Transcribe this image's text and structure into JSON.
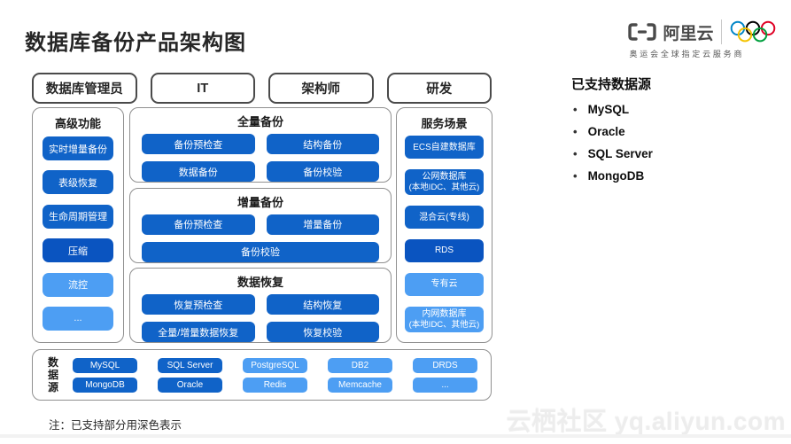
{
  "title": "数据库备份产品架构图",
  "logo": {
    "brand": "阿里云",
    "tagline": "奥运会全球指定云服务商",
    "ring_colors": [
      "#0085C7",
      "#000000",
      "#DF0024",
      "#F4C300",
      "#009F3D"
    ]
  },
  "roles": [
    {
      "label": "数据库管理员"
    },
    {
      "label": "IT"
    },
    {
      "label": "架构师"
    },
    {
      "label": "研发"
    }
  ],
  "advanced": {
    "header": "高级功能",
    "items": [
      {
        "label": "实时增量备份",
        "variant": "dark"
      },
      {
        "label": "表级恢复",
        "variant": "dark"
      },
      {
        "label": "生命周期管理",
        "variant": "dark"
      },
      {
        "label": "压缩",
        "variant": "darker"
      },
      {
        "label": "流控",
        "variant": "light"
      },
      {
        "label": "...",
        "variant": "light"
      }
    ]
  },
  "full_backup": {
    "header": "全量备份",
    "items": [
      {
        "label": "备份预检查",
        "variant": "dark"
      },
      {
        "label": "结构备份",
        "variant": "dark"
      },
      {
        "label": "数据备份",
        "variant": "dark"
      },
      {
        "label": "备份校验",
        "variant": "dark"
      }
    ]
  },
  "incremental_backup": {
    "header": "增量备份",
    "items": [
      {
        "label": "备份预检查",
        "variant": "dark"
      },
      {
        "label": "增量备份",
        "variant": "dark"
      },
      {
        "label": "备份校验",
        "variant": "dark",
        "span": "span2"
      }
    ]
  },
  "data_recovery": {
    "header": "数据恢复",
    "items": [
      {
        "label": "恢复预检查",
        "variant": "dark"
      },
      {
        "label": "结构恢复",
        "variant": "dark"
      },
      {
        "label": "全量/增量数据恢复",
        "variant": "dark"
      },
      {
        "label": "恢复校验",
        "variant": "dark"
      }
    ]
  },
  "scenarios": {
    "header": "服务场景",
    "items": [
      {
        "label": "ECS自建数据库",
        "variant": "dark"
      },
      {
        "label": "公网数据库",
        "sub": "(本地IDC、其他云)",
        "variant": "dark"
      },
      {
        "label": "混合云(专线)",
        "variant": "dark"
      },
      {
        "label": "RDS",
        "variant": "darker"
      },
      {
        "label": "专有云",
        "variant": "light"
      },
      {
        "label": "内网数据库",
        "sub": "(本地IDC、其他云)",
        "variant": "light"
      }
    ]
  },
  "datasources": {
    "label": "数据源",
    "items": [
      {
        "label": "MySQL",
        "variant": "dark"
      },
      {
        "label": "SQL Server",
        "variant": "dark"
      },
      {
        "label": "PostgreSQL",
        "variant": "light"
      },
      {
        "label": "DB2",
        "variant": "light"
      },
      {
        "label": "DRDS",
        "variant": "light"
      },
      {
        "label": "MongoDB",
        "variant": "dark"
      },
      {
        "label": "Oracle",
        "variant": "dark"
      },
      {
        "label": "Redis",
        "variant": "light"
      },
      {
        "label": "Memcache",
        "variant": "light"
      },
      {
        "label": "...",
        "variant": "light"
      }
    ]
  },
  "supported": {
    "heading": "已支持数据源",
    "items": [
      {
        "label": "MySQL"
      },
      {
        "label": "Oracle"
      },
      {
        "label": "SQL Server"
      },
      {
        "label": "MongoDB"
      }
    ]
  },
  "note": "注：已支持部分用深色表示",
  "watermark": "云栖社区 yq.aliyun.com",
  "colors": {
    "dark_blue": "#1063c8",
    "darker_blue": "#0a54c0",
    "light_blue": "#4d9ef3"
  }
}
